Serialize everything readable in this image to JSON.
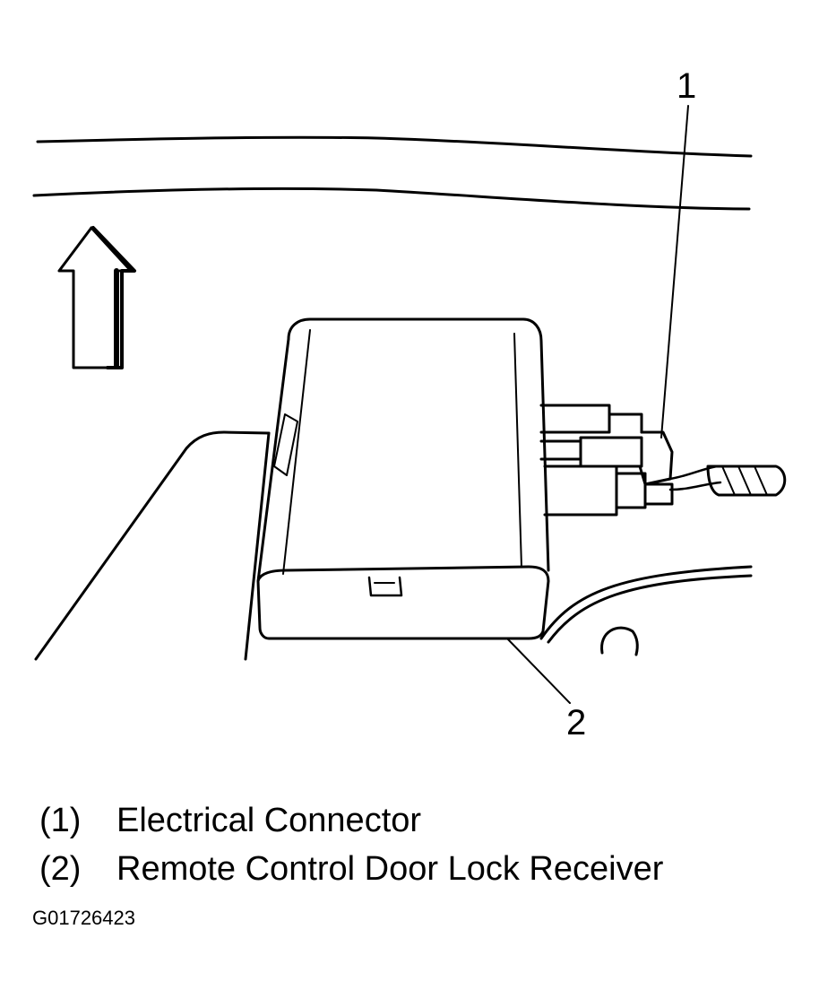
{
  "callouts": [
    {
      "number": "1"
    },
    {
      "number": "2"
    }
  ],
  "legend": [
    {
      "number": "(1)",
      "label": "Electrical Connector"
    },
    {
      "number": "(2)",
      "label": "Remote Control Door Lock Receiver"
    }
  ],
  "figure_id": "G01726423",
  "icons": [
    "up-arrow-icon"
  ]
}
